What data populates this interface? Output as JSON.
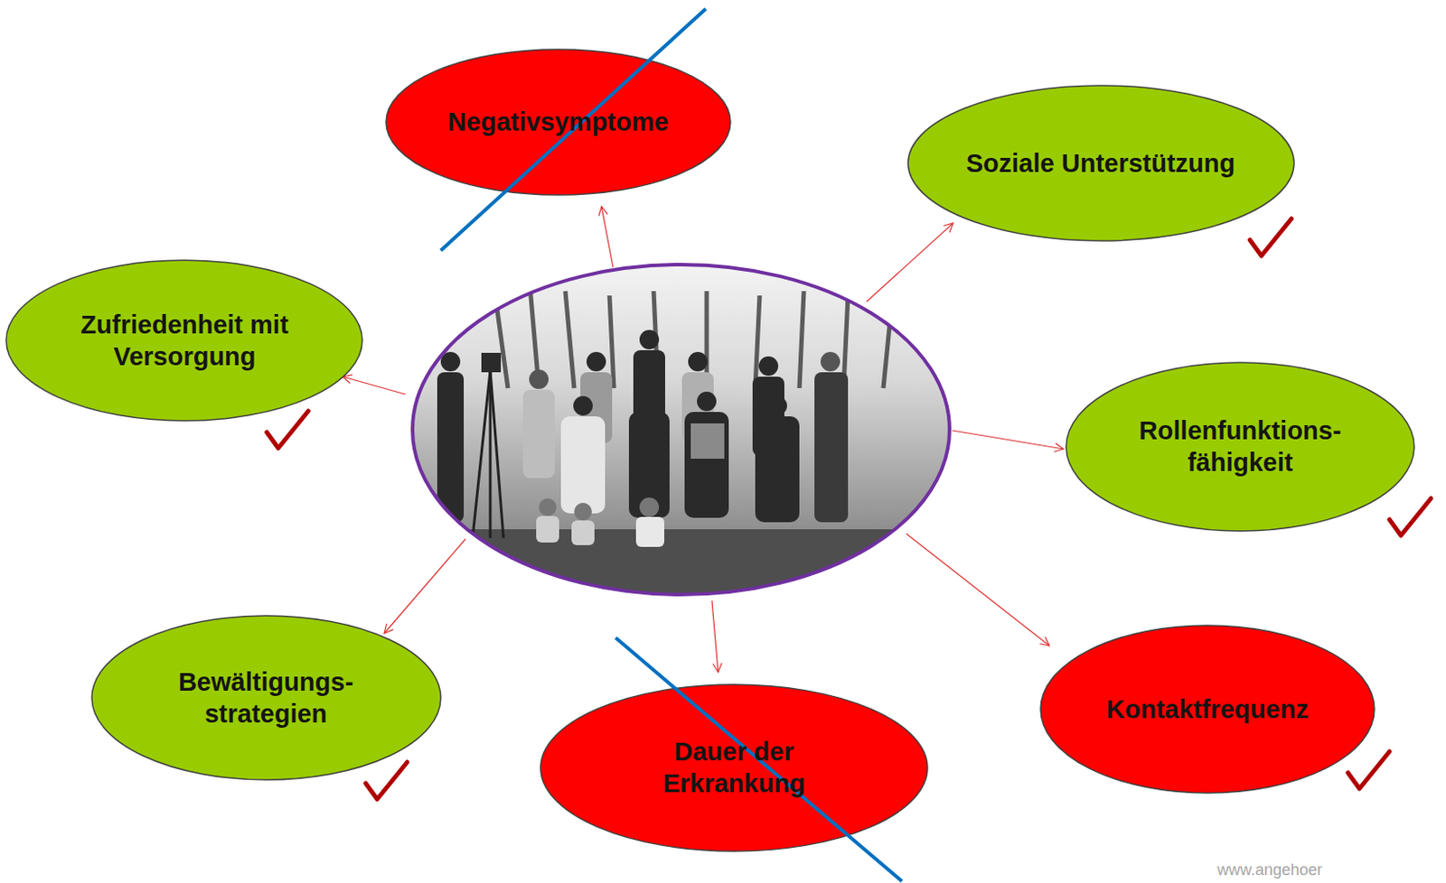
{
  "diagram": {
    "nodes": [
      {
        "text": [
          "Negativsymptome"
        ]
      },
      {
        "text": [
          "Soziale Unterstützung"
        ]
      },
      {
        "text": [
          "Zufriedenheit mit Versorgung"
        ]
      },
      {
        "text": [
          "Rollenfunktions- fähigkeit"
        ]
      },
      {
        "text": [
          "Bewältigungs- strategien"
        ]
      },
      {
        "text": [
          "Dauer der Erkrankung"
        ]
      },
      {
        "text": [
          "Kontaktfrequenz"
        ]
      }
    ],
    "labels": [
      "www.angehoer"
    ]
  }
}
